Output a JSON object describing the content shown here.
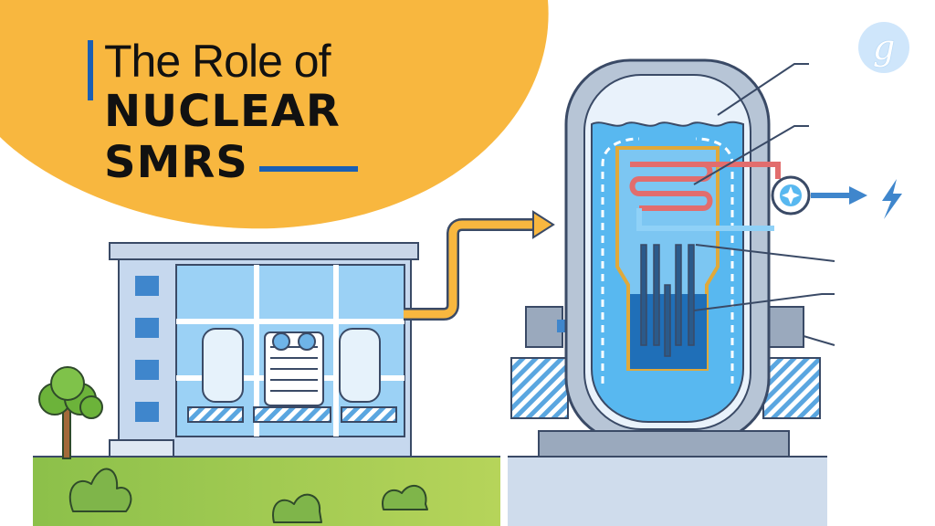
{
  "title": {
    "line1": "The Role of",
    "line2": "NUCLEAR",
    "line3": "SMRS"
  },
  "logo": {
    "letter": "g",
    "icon": "brand-logo-icon"
  },
  "colors": {
    "accent_yellow": "#f8b73f",
    "accent_blue": "#1a5fb4",
    "water_blue": "#58b8f0",
    "vessel_gray": "#9aa9bd",
    "grass_green": "#9cc84b",
    "hot_pipe": "#e26d6d",
    "outline": "#3a4a66"
  }
}
